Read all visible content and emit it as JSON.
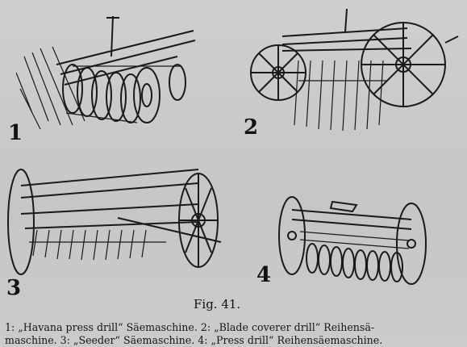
{
  "figures": [
    {
      "number": "1",
      "icon": "press-drill-illustration"
    },
    {
      "number": "2",
      "icon": "blade-coverer-drill-illustration"
    },
    {
      "number": "3",
      "icon": "seeder-illustration"
    },
    {
      "number": "4",
      "icon": "press-drill-row-seeder-illustration"
    }
  ],
  "figure_label": "Fig. 41.",
  "caption": {
    "line1": "1: „Havana press drill“ Säemaschine.  2: „Blade coverer drill“ Reihensä-",
    "line2": "maschine.  3: „Seeder“ Säemaschine.  4: „Press drill“ Reihensäemaschine."
  }
}
